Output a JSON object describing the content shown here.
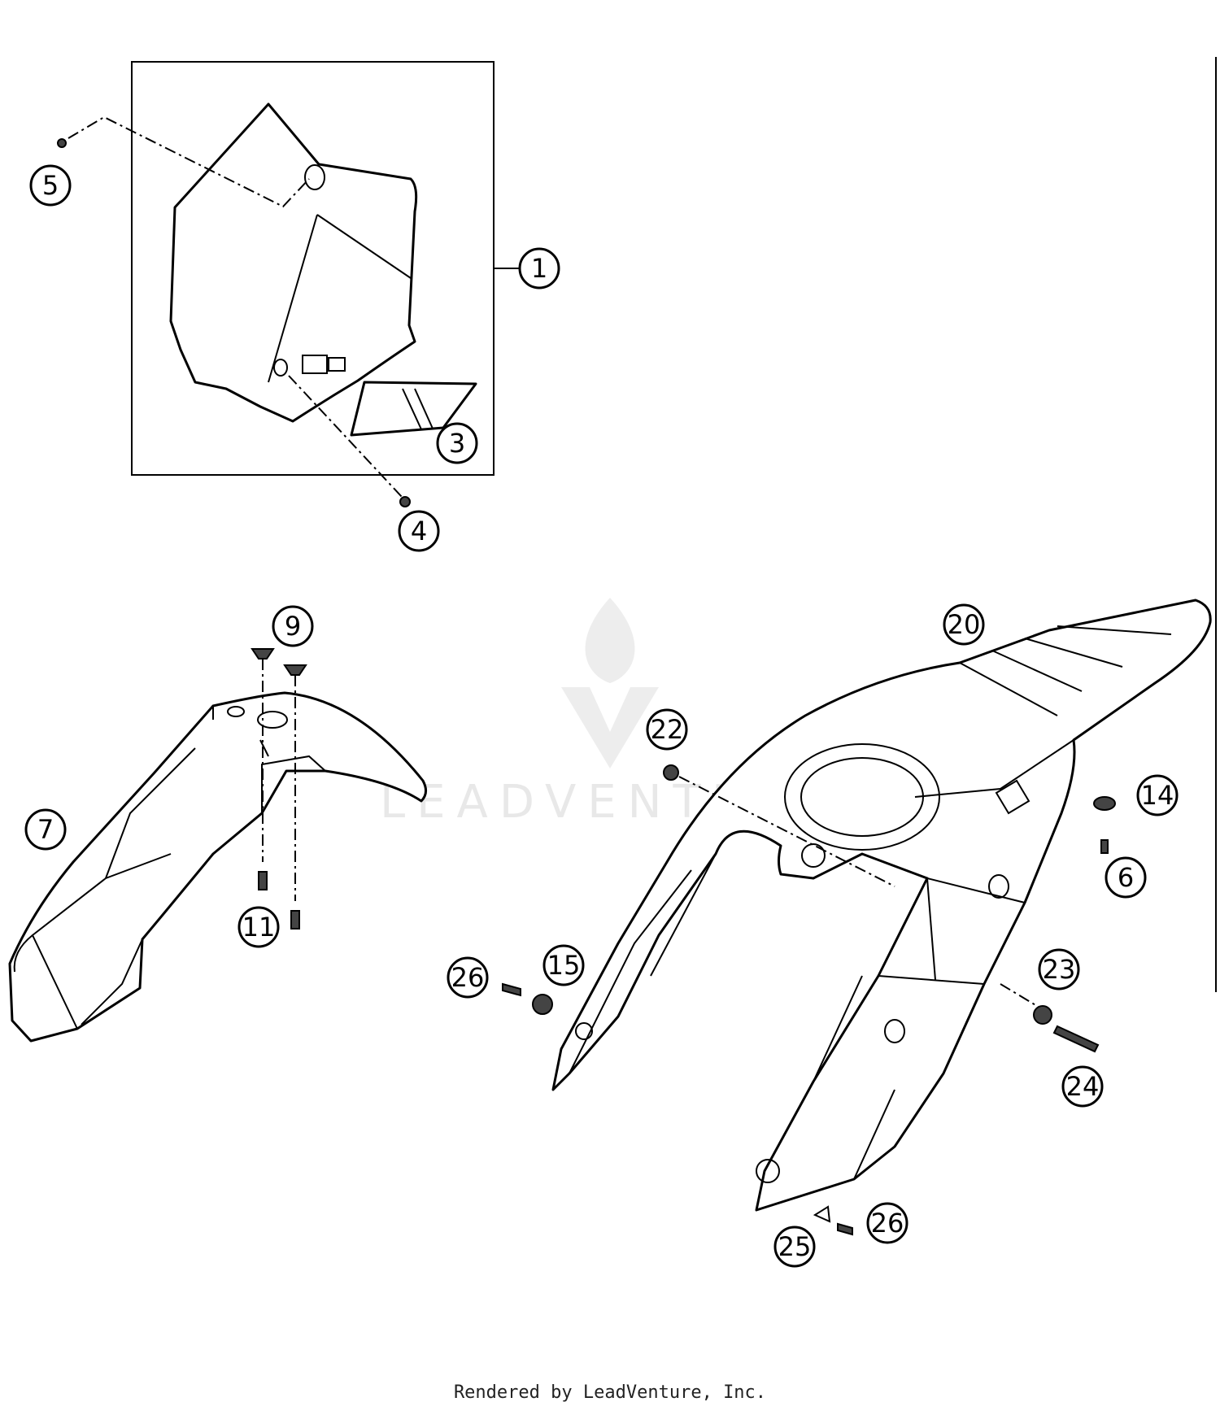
{
  "watermark": {
    "text": "LEADVENTURE"
  },
  "callouts": [
    {
      "id": "c1",
      "label": "1"
    },
    {
      "id": "c3",
      "label": "3"
    },
    {
      "id": "c4",
      "label": "4"
    },
    {
      "id": "c5",
      "label": "5"
    },
    {
      "id": "c6",
      "label": "6"
    },
    {
      "id": "c7",
      "label": "7"
    },
    {
      "id": "c9",
      "label": "9"
    },
    {
      "id": "c11",
      "label": "11"
    },
    {
      "id": "c14",
      "label": "14"
    },
    {
      "id": "c15",
      "label": "15"
    },
    {
      "id": "c20",
      "label": "20"
    },
    {
      "id": "c22",
      "label": "22"
    },
    {
      "id": "c23",
      "label": "23"
    },
    {
      "id": "c24",
      "label": "24"
    },
    {
      "id": "c25",
      "label": "25"
    },
    {
      "id": "c26a",
      "label": "26"
    },
    {
      "id": "c26b",
      "label": "26"
    }
  ],
  "footer": {
    "text": "Rendered by LeadVenture, Inc."
  }
}
